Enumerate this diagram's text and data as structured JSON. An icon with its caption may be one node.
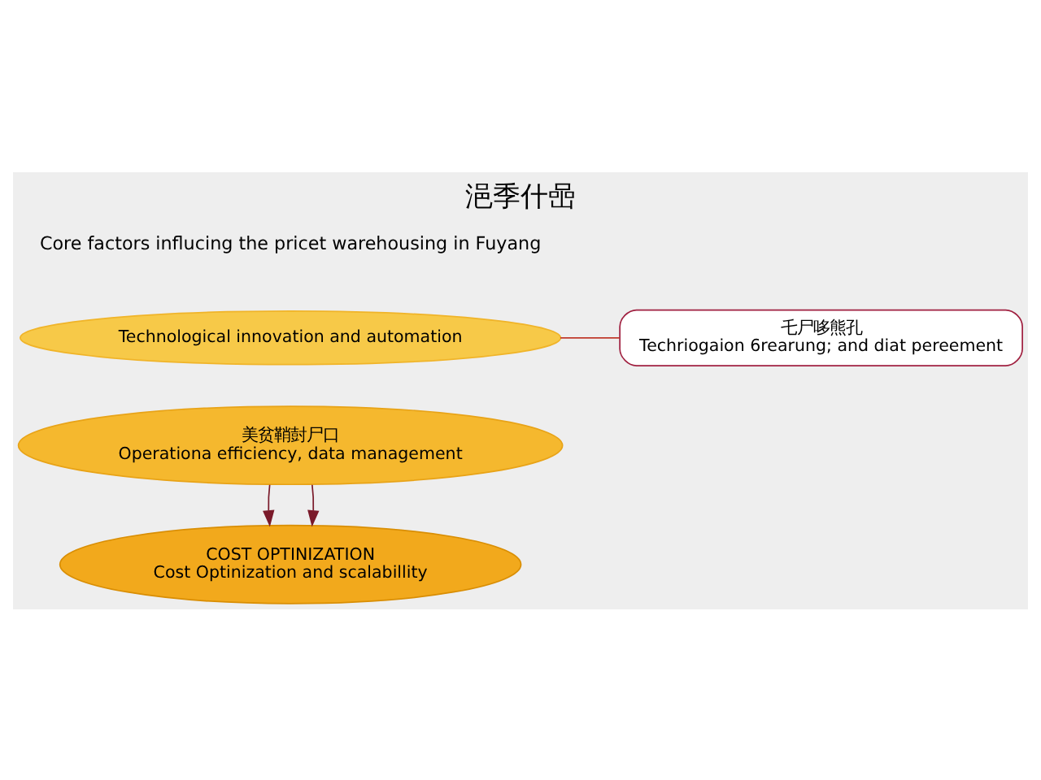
{
  "diagram": {
    "title": "浥季什喦",
    "nodes": [
      {
        "text": [
          "Technological innovation and automation"
        ]
      },
      {
        "text": [
          "乇尸哆熊孔",
          "Techriogaion 6rearung; and diat pereement"
        ]
      },
      {
        "text": [
          "美贫鞘尌尸口",
          "Operationa efficiency, data management"
        ]
      },
      {
        "text": [
          "COST OPTINIZATION",
          "Cost Optinization and scalabillity"
        ]
      }
    ],
    "edges": [
      {
        "from": 1,
        "to": 0,
        "arrow": "none",
        "color": "#c0392b"
      },
      {
        "from": 2,
        "to": 3,
        "arrow": "to"
      },
      {
        "from": 2,
        "to": 3,
        "arrow": "to"
      }
    ],
    "labels": [
      "Core factors influcing the pricet warehousing in Fuyang"
    ]
  }
}
